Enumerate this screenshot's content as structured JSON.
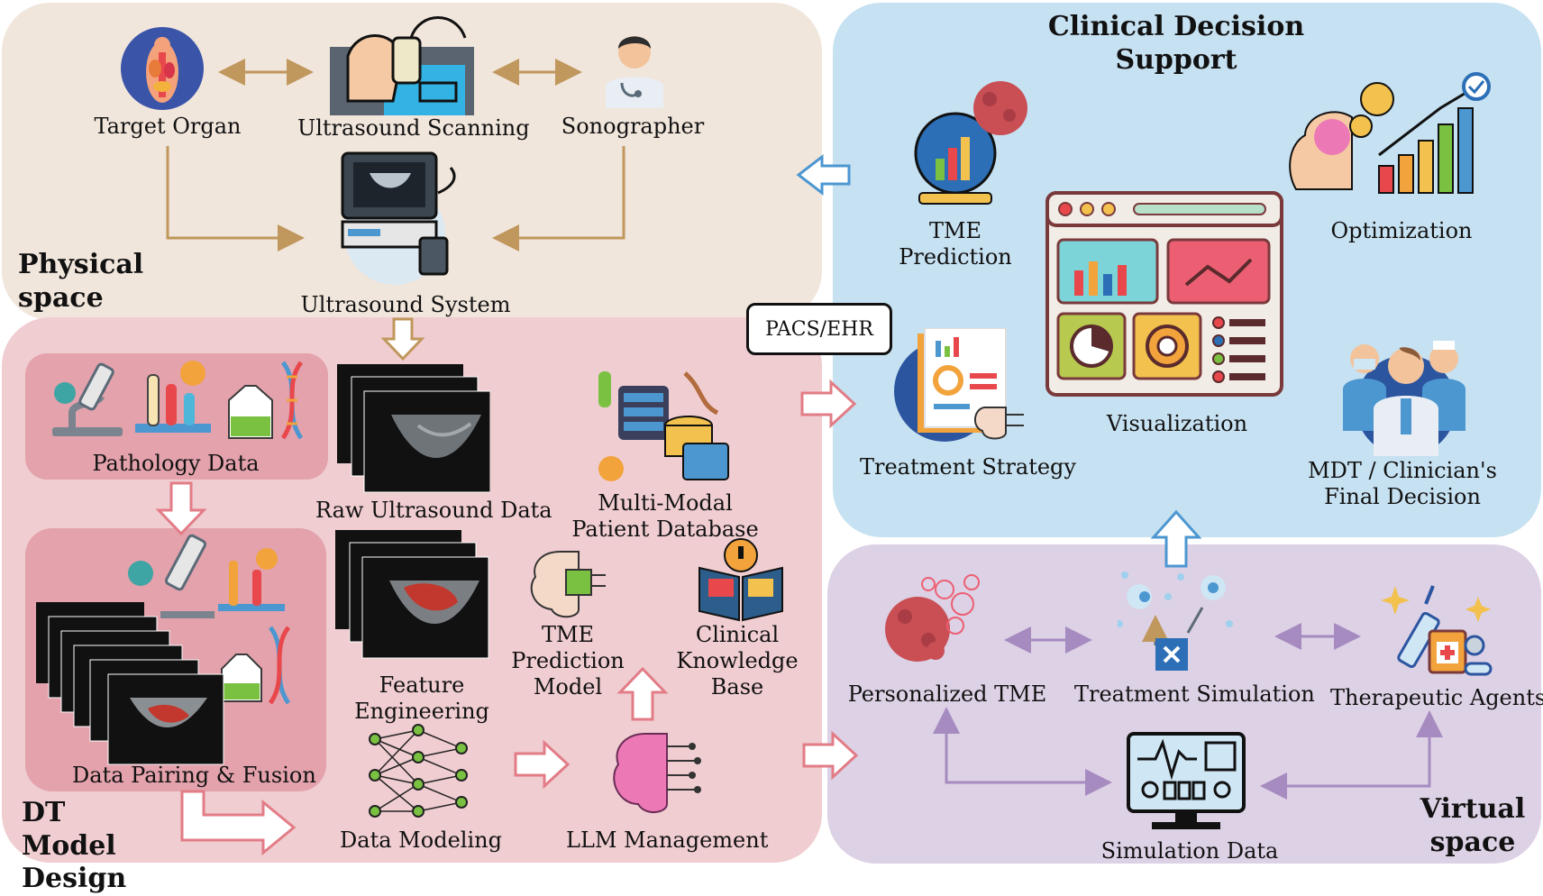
{
  "sections": {
    "physical": "Physical\nspace",
    "dt_model": "DT Model\nDesign",
    "clinical": "Clinical Decision\nSupport",
    "virtual": "Virtual\nspace"
  },
  "physical_nodes": {
    "target_organ": "Target Organ",
    "ultrasound_scanning": "Ultrasound Scanning",
    "sonographer": "Sonographer",
    "ultrasound_system": "Ultrasound System"
  },
  "dt_nodes": {
    "pathology_data": "Pathology Data",
    "raw_ultrasound": "Raw Ultrasound Data",
    "multimodal_db": "Multi-Modal\nPatient Database",
    "data_pairing": "Data Pairing & Fusion",
    "feature_engineering": "Feature\nEngineering",
    "tme_model": "TME Prediction\nModel",
    "clinical_kb": "Clinical\nKnowledge Base",
    "data_modeling": "Data Modeling",
    "llm_management": "LLM Management"
  },
  "connector": {
    "pacs": "PACS/EHR"
  },
  "clinical_nodes": {
    "tme_prediction": "TME\nPrediction",
    "optimization": "Optimization",
    "visualization": "Visualization",
    "treatment_strategy": "Treatment Strategy",
    "mdt": "MDT / Clinician's\nFinal Decision"
  },
  "virtual_nodes": {
    "personalized_tme": "Personalized TME",
    "treatment_simulation": "Treatment Simulation",
    "therapeutic_agents": "Therapeutic Agents",
    "simulation_data": "Simulation Data"
  },
  "colors": {
    "physical_bg": "#f1e6dc",
    "dt_bg": "#f0cdd1",
    "clinical_bg": "#c6e1f1",
    "virtual_bg": "#ddd1e5",
    "inner_box": "#e3a2ac",
    "tan_arrow": "#c0975c",
    "purple_arrow": "#a68bc1",
    "red_arrow": "#e27c86",
    "blue_arrow": "#4d97d1"
  }
}
